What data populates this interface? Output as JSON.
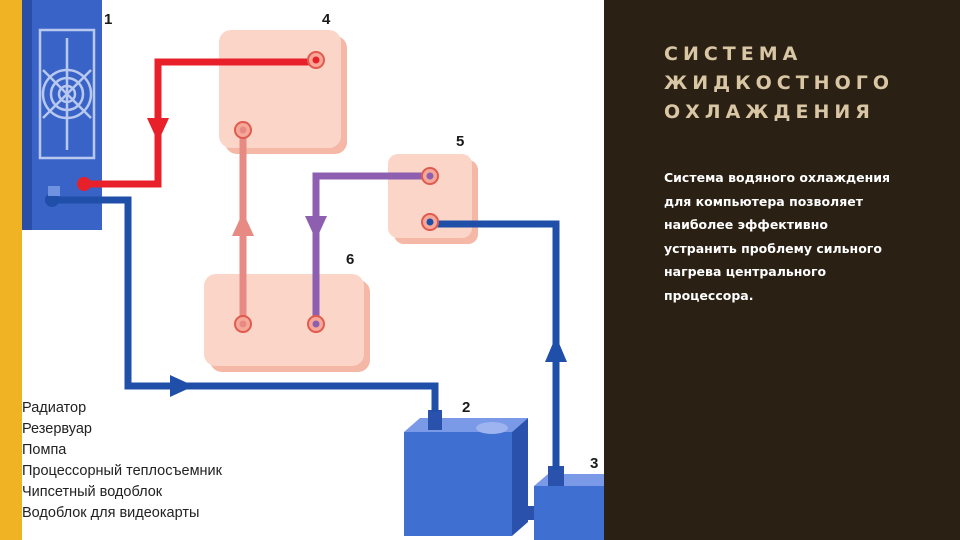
{
  "side_panel": {
    "title_lines": [
      "СИСТЕМА",
      "ЖИДКОСТНОГО",
      "ОХЛАЖДЕНИЯ"
    ],
    "body": "Система водяного охлаждения для компьютера позволяет наиболее эффективно устранить проблему сильного нагрева центрального процессора."
  },
  "diagram": {
    "component_numbers": [
      "1",
      "2",
      "3",
      "4",
      "5",
      "6"
    ],
    "legend": [
      "Радиатор",
      "Резервуар",
      "Помпа",
      "Процессорный теплосъемник",
      "Чипсетный водоблок",
      "Водоблок для видеокарты"
    ],
    "colors": {
      "accent": "#f0b323",
      "panel_background": "#2b2014",
      "hot_pipe": "#e8202a",
      "cold_pipe": "#1f4fa8",
      "warm_pipe": "#e88a84",
      "mid_pipe": "#8e5fb0",
      "block_fill": "#fbd6c8",
      "equipment_blue": "#3f6fd0"
    },
    "icons": [
      "fan-icon",
      "flow-arrow-icon"
    ]
  }
}
